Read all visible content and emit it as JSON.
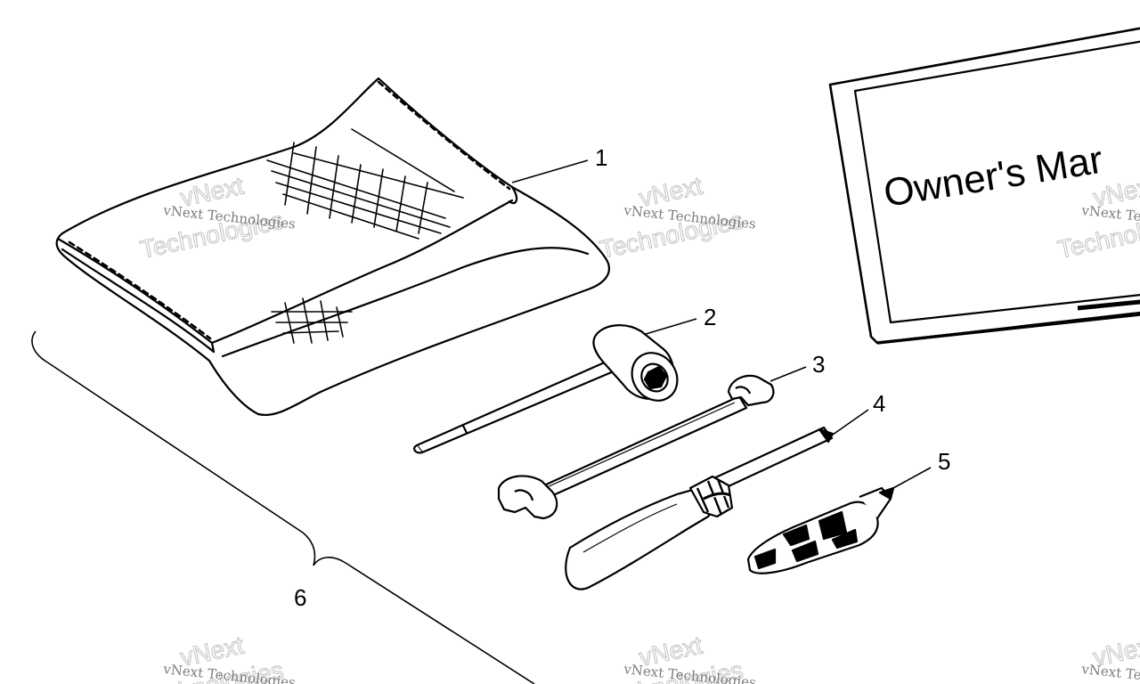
{
  "diagram": {
    "callouts": [
      {
        "id": "1",
        "label": "1"
      },
      {
        "id": "2",
        "label": "2"
      },
      {
        "id": "3",
        "label": "3"
      },
      {
        "id": "4",
        "label": "4"
      },
      {
        "id": "5",
        "label": "5"
      },
      {
        "id": "6",
        "label": "6"
      }
    ],
    "manual_cover_text": "Owner's Mar",
    "watermark": {
      "small": "vNext Technologies",
      "outline_top": "vNext",
      "outline_mid": "Technologies",
      "outline_bottom": "Technologies"
    }
  }
}
